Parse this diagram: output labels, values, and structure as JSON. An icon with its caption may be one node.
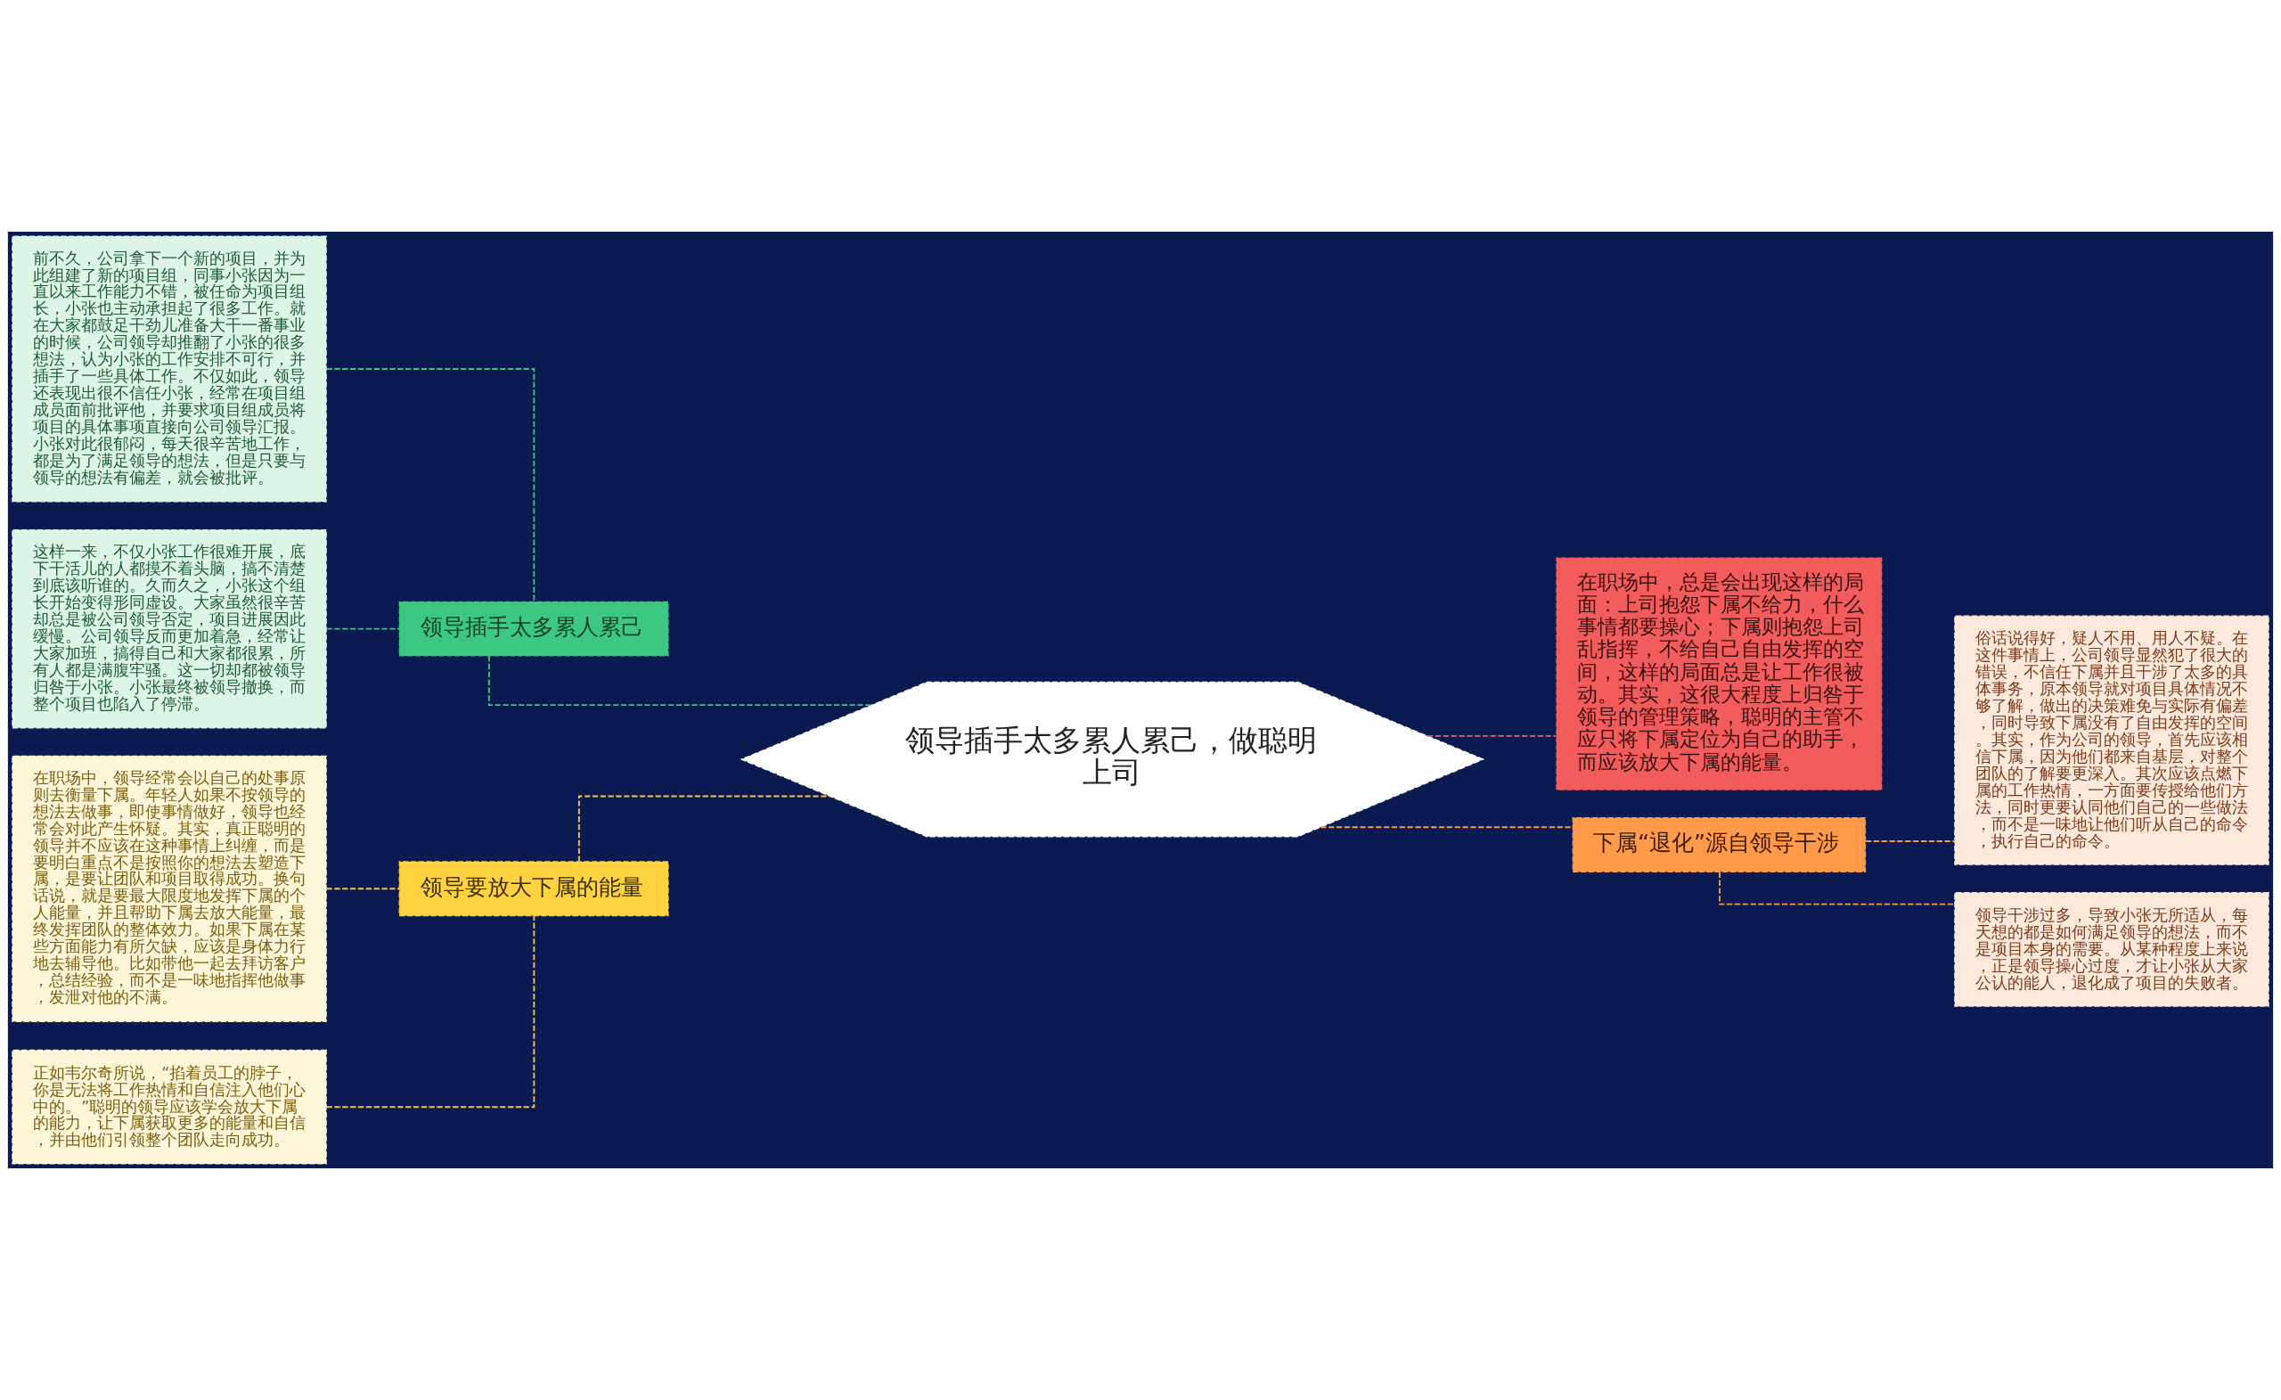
{
  "diagram": {
    "nodes": [
      {
        "text": [
          "领导插手太多累人累己，做聪明上司"
        ]
      },
      {
        "text": [
          "领导插手太多累人累己"
        ]
      },
      {
        "text": [
          "前不久，公司拿下一个新的项目，并为此组建了新的项目组，同事小张因为一直以来工作能力不错，被任命为项目组长，小张也主动承担起了很多工作。就在大家都鼓足干劲儿准备大干一番事业的时候，公司领导却推翻了小张的很多想法，认为小张的工作安排不可行，并插手了一些具体工作。不仅如此，领导还表现出很不信任小张，经常在项目组成员面前批评他，并要求项目组成员将项目的具体事项直接向公司领导汇报。小张对此很郁闷，每天很辛苦地工作，都是为了满足领导的想法，但是只要与领导的想法有偏差，就会被批评。"
        ]
      },
      {
        "text": [
          "这样一来，不仅小张工作很难开展，底下干活儿的人都摸不着头脑，搞不清楚到底该听谁的。久而久之，小张这个组长开始变得形同虚设。大家虽然很辛苦却总是被公司领导否定，项目进展因此缓慢。公司领导反而更加着急，经常让大家加班，搞得自己和大家都很累，所有人都是满腹牢骚。这一切却都被领导归咎于小张。小张最终被领导撤换，而整个项目也陷入了停滞。"
        ]
      },
      {
        "text": [
          "领导要放大下属的能量"
        ]
      },
      {
        "text": [
          "在职场中，领导经常会以自己的处事原则去衡量下属。年轻人如果不按领导的想法去做事，即使事情做好，领导也经常会对此产生怀疑。其实，真正聪明的领导并不应该在这种事情上纠缠，而是要明白重点不是按照你的想法去塑造下属，是要让团队和项目取得成功。换句话说，就是要最大限度地发挥下属的个人能量，并且帮助下属去放大能量，最终发挥团队的整体效力。如果下属在某些方面能力有所欠缺，应该是身体力行地去辅导他。比如带他一起去拜访客户，总结经验，而不是一味地指挥他做事，发泄对他的不满。"
        ]
      },
      {
        "text": [
          "正如韦尔奇所说，“掐着员工的脖子，你是无法将工作热情和自信注入他们心中的。”聪明的领导应该学会放大下属的能力，让下属获取更多的能量和自信，并由他们引领整个团队走向成功。"
        ]
      },
      {
        "text": [
          "在职场中，总是会出现这样的局面：上司抱怨下属不给力，什么事情都要操心；下属则抱怨上司乱指挥，不给自己自由发挥的空间，这样的局面总是让工作很被动。其实，这很大程度上归咎于领导的管理策略，聪明的主管不应只将下属定位为自己的助手，而应该放大下属的能量。"
        ]
      },
      {
        "text": [
          "下属“退化”源自领导干涉"
        ]
      },
      {
        "text": [
          "俗话说得好，疑人不用、用人不疑。在这件事情上，公司领导显然犯了很大的错误，不信任下属并且干涉了太多的具体事务，原本领导就对项目具体情况不够了解，做出的决策难免与实际有偏差，同时导致下属没有了自由发挥的空间。其实，作为公司的领导，首先应该相信下属，因为他们都来自基层，对整个团队的了解要更深入。其次应该点燃下属的工作热情，一方面要传授给他们方法，同时更要认同他们自己的一些做法，而不是一味地让他们听从自己的命令，执行自己的命令。"
        ]
      },
      {
        "text": [
          "领导干涉过多，导致小张无所适从，每天想的都是如何满足领导的想法，而不是项目本身的需要。从某种程度上来说，正是领导操心过度，才让小张从大家公认的能人，退化成了项目的失败者。"
        ]
      }
    ],
    "edges": [
      {
        "from": 0,
        "to": 1,
        "arrow": "none",
        "style": "dashed",
        "color": "#3fc17e"
      },
      {
        "from": 1,
        "to": 2,
        "arrow": "none",
        "style": "dashed",
        "color": "#3fc17e"
      },
      {
        "from": 1,
        "to": 3,
        "arrow": "none",
        "style": "dashed",
        "color": "#3fc17e"
      },
      {
        "from": 0,
        "to": 4,
        "arrow": "none",
        "style": "dashed",
        "color": "#f5c542"
      },
      {
        "from": 4,
        "to": 5,
        "arrow": "none",
        "style": "dashed",
        "color": "#f5c542"
      },
      {
        "from": 4,
        "to": 6,
        "arrow": "none",
        "style": "dashed",
        "color": "#f5c542"
      },
      {
        "from": 0,
        "to": 7,
        "arrow": "none",
        "style": "dashed",
        "color": "#f25c5c"
      },
      {
        "from": 0,
        "to": 8,
        "arrow": "none",
        "style": "dashed",
        "color": "#f59a49"
      },
      {
        "from": 8,
        "to": 9,
        "arrow": "none",
        "style": "dashed",
        "color": "#f59a49"
      },
      {
        "from": 8,
        "to": 10,
        "arrow": "none",
        "style": "dashed",
        "color": "#f59a49"
      }
    ]
  }
}
